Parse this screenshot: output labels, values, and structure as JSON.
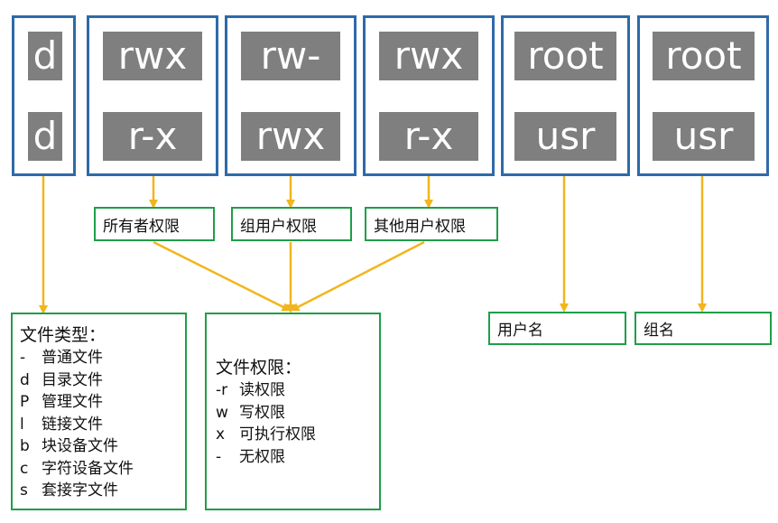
{
  "permission_groups": [
    {
      "id": "type",
      "top": "d",
      "bottom": "d"
    },
    {
      "id": "owner",
      "top": "rwx",
      "bottom": "r-x"
    },
    {
      "id": "group",
      "top": "rw-",
      "bottom": "rwx"
    },
    {
      "id": "other",
      "top": "rwx",
      "bottom": "r-x"
    },
    {
      "id": "user",
      "top": "root",
      "bottom": "usr"
    },
    {
      "id": "groupname",
      "top": "root",
      "bottom": "usr"
    }
  ],
  "labels": {
    "owner_perm": "所有者权限",
    "group_perm": "组用户权限",
    "other_perm": "其他用户权限",
    "username": "用户名",
    "groupname": "组名"
  },
  "file_type": {
    "title": "文件类型：",
    "items": [
      {
        "code": "-",
        "desc": "普通文件"
      },
      {
        "code": "d",
        "desc": "目录文件"
      },
      {
        "code": "P",
        "desc": "管理文件"
      },
      {
        "code": "l",
        "desc": "链接文件"
      },
      {
        "code": "b",
        "desc": "块设备文件"
      },
      {
        "code": "c",
        "desc": "字符设备文件"
      },
      {
        "code": "s",
        "desc": "套接字文件"
      }
    ]
  },
  "file_perm": {
    "title": "文件权限：",
    "items": [
      {
        "code": "-r",
        "desc": "读权限"
      },
      {
        "code": "w",
        "desc": "写权限"
      },
      {
        "code": "x",
        "desc": "可执行权限"
      },
      {
        "code": "-",
        "desc": "无权限"
      }
    ]
  },
  "colors": {
    "blue_border": "#2f6aa8",
    "tile_gray": "#7f7f7f",
    "green_border": "#1f9e48",
    "arrow_yellow": "#f2b51c"
  }
}
